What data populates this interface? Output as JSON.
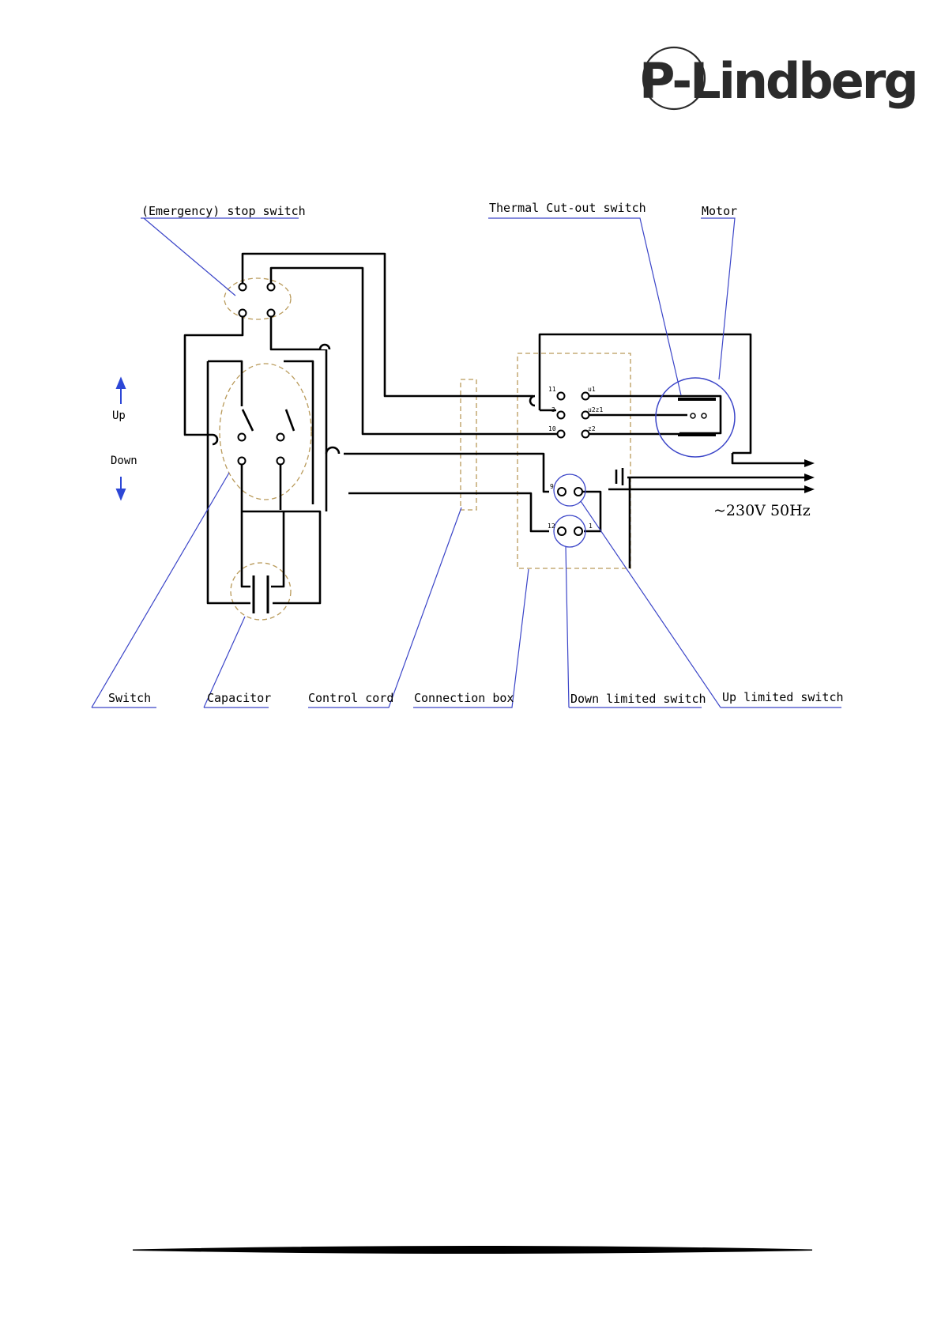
{
  "brand": {
    "logo_text": "P-Lindberg",
    "ink_color": "#2b2b2b"
  },
  "colors": {
    "wire": "#000000",
    "leader": "#3b45c8",
    "dashed": "#b99a5a",
    "arrow": "#2d47d6"
  },
  "diagram": {
    "direction_up": "Up",
    "direction_down": "Down",
    "voltage": "~230V 50Hz",
    "callouts": {
      "stop_switch": "(Emergency) stop switch",
      "thermal_switch": "Thermal Cut-out switch",
      "motor": "Motor",
      "switch": "Switch",
      "capacitor": "Capacitor",
      "control_cord": "Control cord",
      "connection_box": "Connection box",
      "down_limit": "Down limited switch",
      "up_limit": "Up limited switch"
    },
    "terminals": {
      "t11": "11",
      "tu1": "u1",
      "t3": "3",
      "tu2z1": "u2z1",
      "t10": "10",
      "tz2": "z2",
      "t9": "9",
      "t12": "12",
      "t1": "1"
    }
  }
}
